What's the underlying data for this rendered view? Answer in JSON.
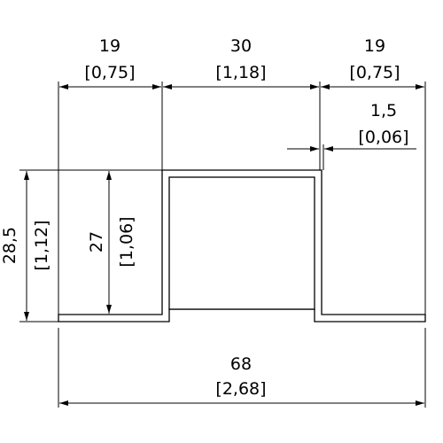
{
  "dimensions": {
    "top_left": {
      "mm": "19",
      "in": "[0,75]"
    },
    "top_mid": {
      "mm": "30",
      "in": "[1,18]"
    },
    "top_right": {
      "mm": "19",
      "in": "[0,75]"
    },
    "thickness": {
      "mm": "1,5",
      "in": "[0,06]"
    },
    "total_height": {
      "mm": "28,5",
      "in": "[1,12]"
    },
    "inner_height": {
      "mm": "27",
      "in": "[1,06]"
    },
    "total_width": {
      "mm": "68",
      "in": "[2,68]"
    }
  }
}
